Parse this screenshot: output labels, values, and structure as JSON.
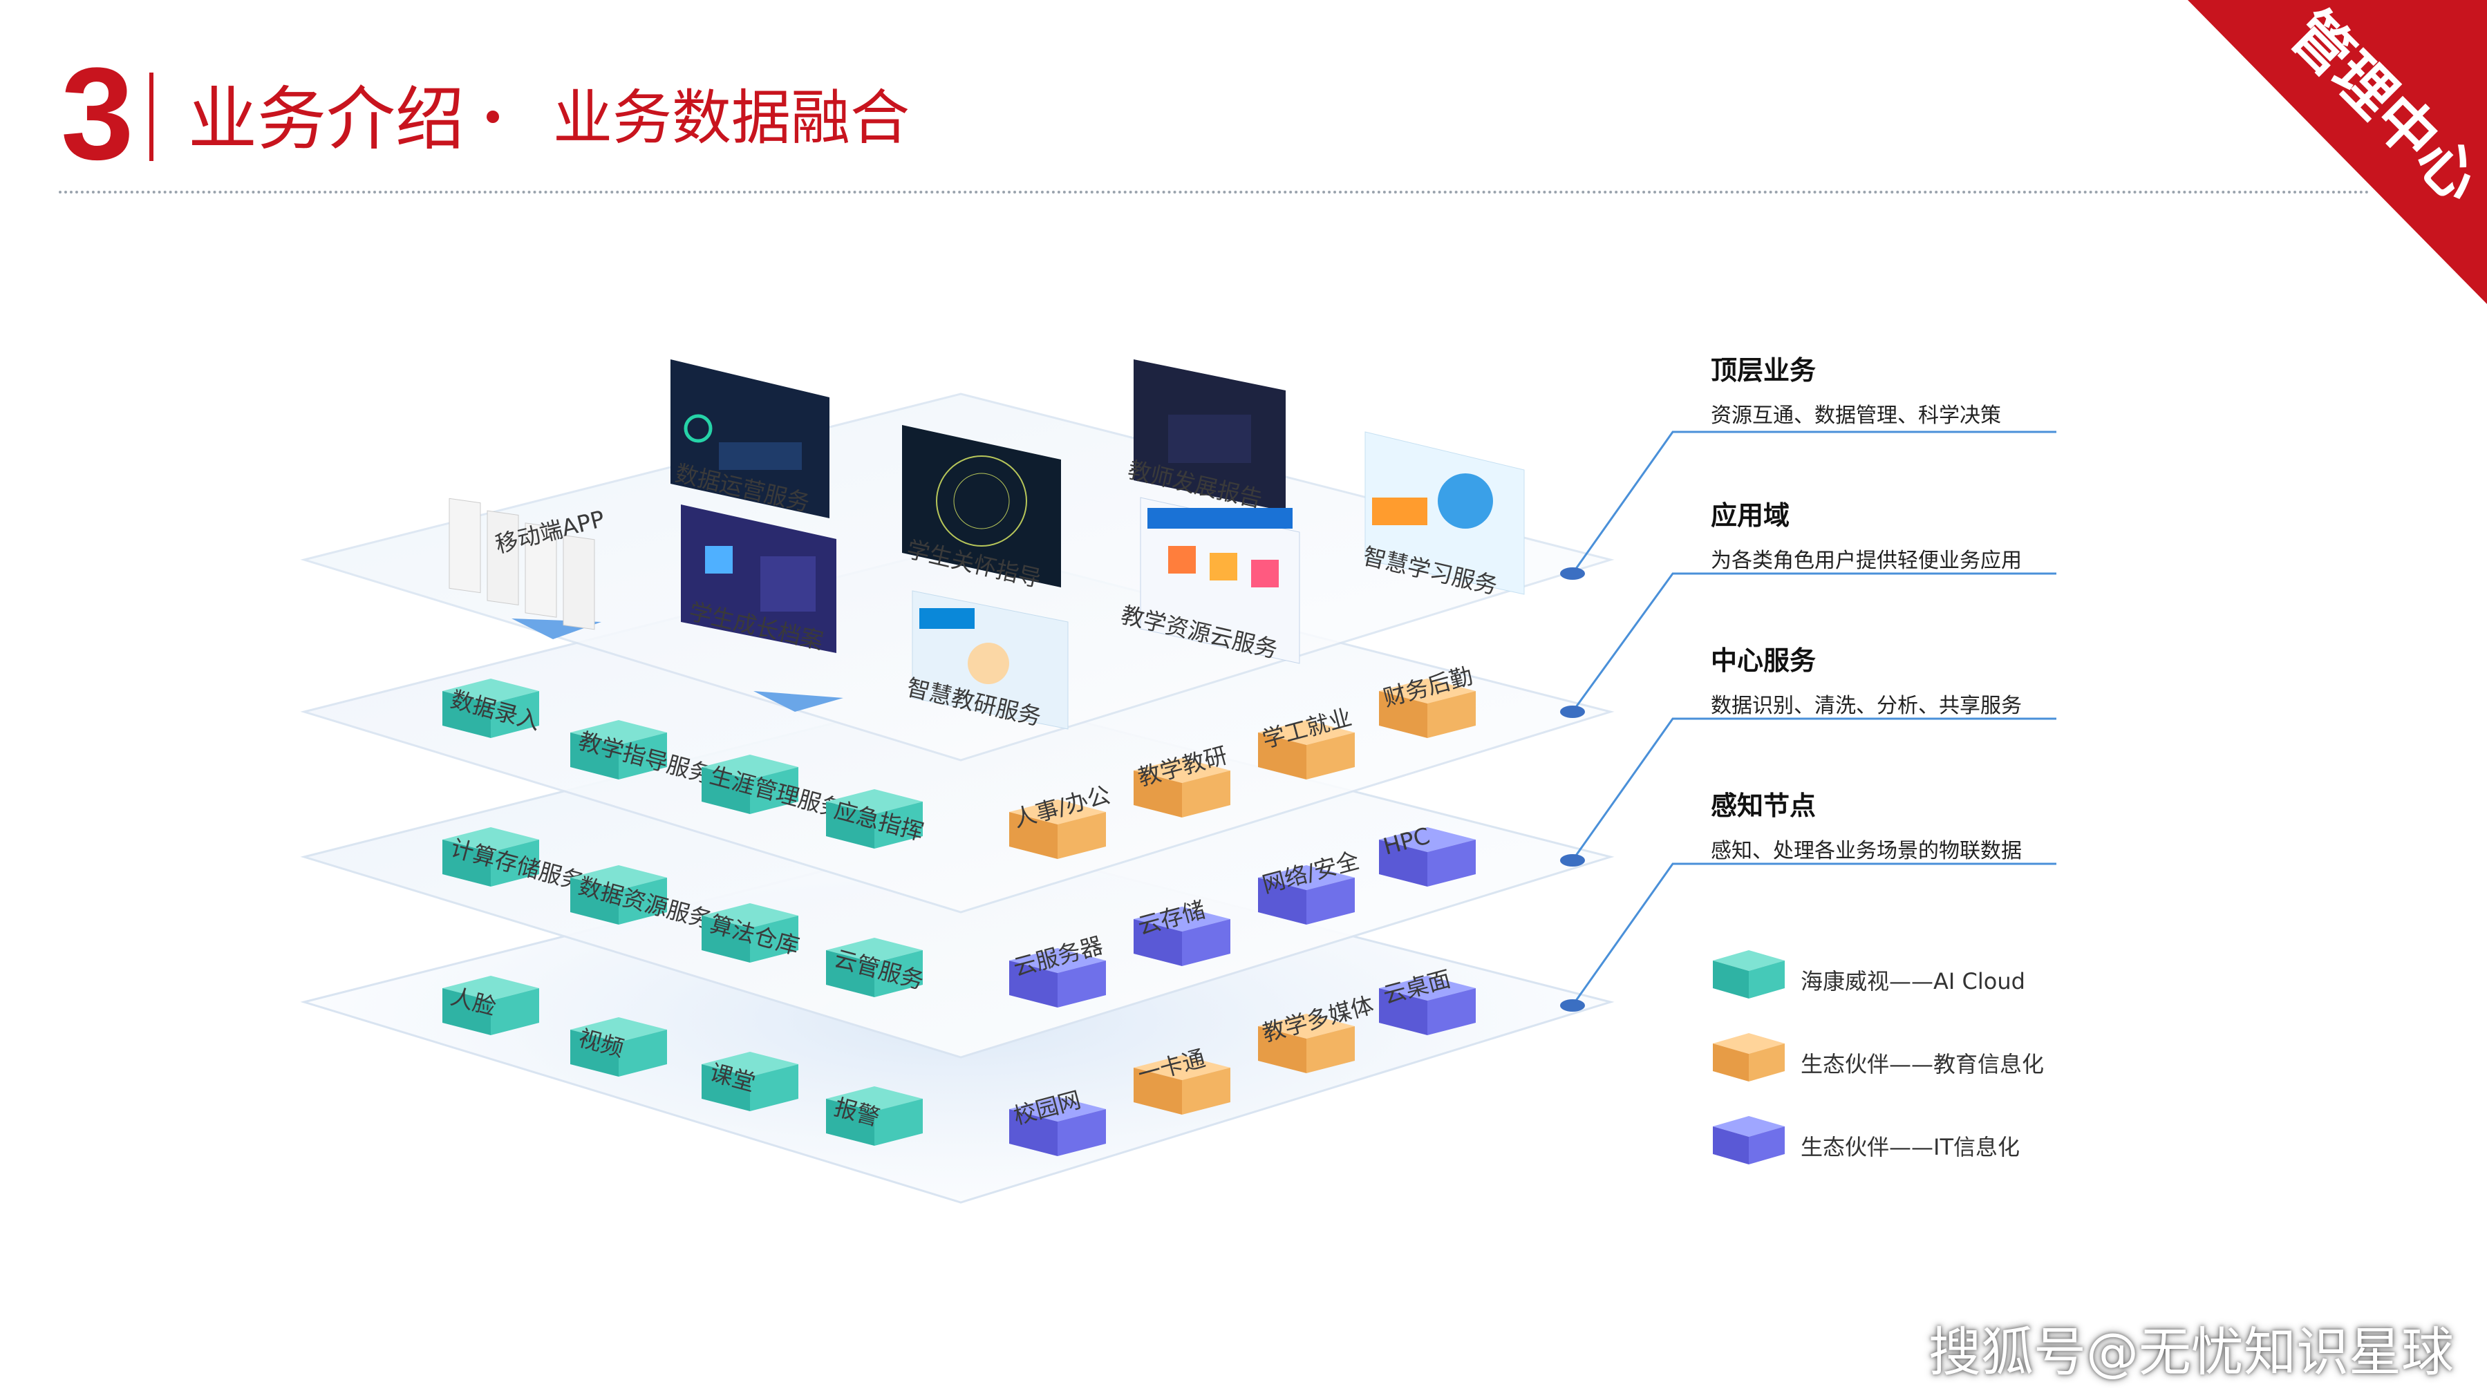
{
  "header": {
    "number": "3",
    "title": "业务介绍",
    "subtitle": "业务数据融合"
  },
  "corner_banner": "管理中心",
  "layers": [
    {
      "title": "顶层业务",
      "desc": "资源互通、数据管理、科学决策"
    },
    {
      "title": "应用域",
      "desc": "为各类角色用户提供轻便业务应用"
    },
    {
      "title": "中心服务",
      "desc": "数据识别、清洗、分析、共享服务"
    },
    {
      "title": "感知节点",
      "desc": "感知、处理各业务场景的物联数据"
    }
  ],
  "key": [
    {
      "label": "海康威视——AI Cloud",
      "color": "#3fc4b4"
    },
    {
      "label": "生态伙伴——教育信息化",
      "color": "#f3b15e"
    },
    {
      "label": "生态伙伴——IT信息化",
      "color": "#6f70e8"
    }
  ],
  "screens": [
    "移动端APP",
    "数据运营服务",
    "学生成长档案",
    "学生关怀指导",
    "智慧教研服务",
    "教师发展报告",
    "教学资源云服务",
    "智慧学习服务"
  ],
  "app_blocks_green": [
    "数据录入",
    "教学指导服务",
    "生涯管理服务",
    "应急指挥"
  ],
  "app_blocks_orange": [
    "人事/办公",
    "教学教研",
    "学工就业",
    "财务后勤"
  ],
  "center_blocks_green": [
    "计算存储服务",
    "数据资源服务",
    "算法仓库",
    "云管服务"
  ],
  "center_blocks_blue": [
    "云服务器",
    "云存储",
    "网络/安全",
    "HPC"
  ],
  "node_blocks_green": [
    "人脸",
    "视频",
    "课堂",
    "报警"
  ],
  "node_blocks_mixed": [
    {
      "label": "校园网",
      "kind": "blue"
    },
    {
      "label": "一卡通",
      "kind": "orange"
    },
    {
      "label": "教学多媒体",
      "kind": "orange"
    },
    {
      "label": "云桌面",
      "kind": "blue"
    }
  ],
  "watermark": "搜狐号@无忧知识星球"
}
